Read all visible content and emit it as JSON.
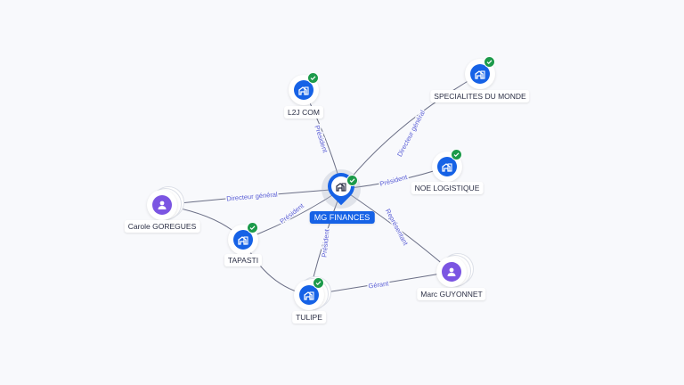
{
  "graph": {
    "center": {
      "name": "MG FINANCES",
      "type": "company",
      "verified": true
    },
    "nodes": [
      {
        "id": "l2j",
        "name": "L2J COM",
        "type": "company",
        "verified": true
      },
      {
        "id": "spec",
        "name": "SPECIALITES DU MONDE",
        "type": "company",
        "verified": true
      },
      {
        "id": "noe",
        "name": "NOE LOGISTIQUE",
        "type": "company",
        "verified": true
      },
      {
        "id": "carole",
        "name": "Carole GOREGUES",
        "type": "person",
        "verified": false
      },
      {
        "id": "tapasti",
        "name": "TAPASTI",
        "type": "company",
        "verified": true
      },
      {
        "id": "tulipe",
        "name": "TULIPE",
        "type": "company",
        "verified": true
      },
      {
        "id": "marc",
        "name": "Marc GUYONNET",
        "type": "person",
        "verified": false
      }
    ],
    "edges": [
      {
        "from": "center",
        "to": "l2j",
        "label": "Président"
      },
      {
        "from": "center",
        "to": "spec",
        "label": "Directeur général"
      },
      {
        "from": "center",
        "to": "noe",
        "label": "Président"
      },
      {
        "from": "carole",
        "to": "center",
        "label": "Directeur général"
      },
      {
        "from": "center",
        "to": "tapasti",
        "label": "Président"
      },
      {
        "from": "center",
        "to": "tulipe",
        "label": "Président"
      },
      {
        "from": "marc",
        "to": "center",
        "label": "Représentant"
      },
      {
        "from": "marc",
        "to": "tulipe",
        "label": "Gérant"
      },
      {
        "from": "carole",
        "to": "tapasti",
        "label": ""
      },
      {
        "from": "tapasti",
        "to": "tulipe",
        "label": ""
      }
    ]
  },
  "colors": {
    "company": "#1662e6",
    "person": "#7b55e2",
    "verified": "#1c9a4a",
    "edge": "#6b6f86",
    "edge_label": "#5b5fd6"
  }
}
